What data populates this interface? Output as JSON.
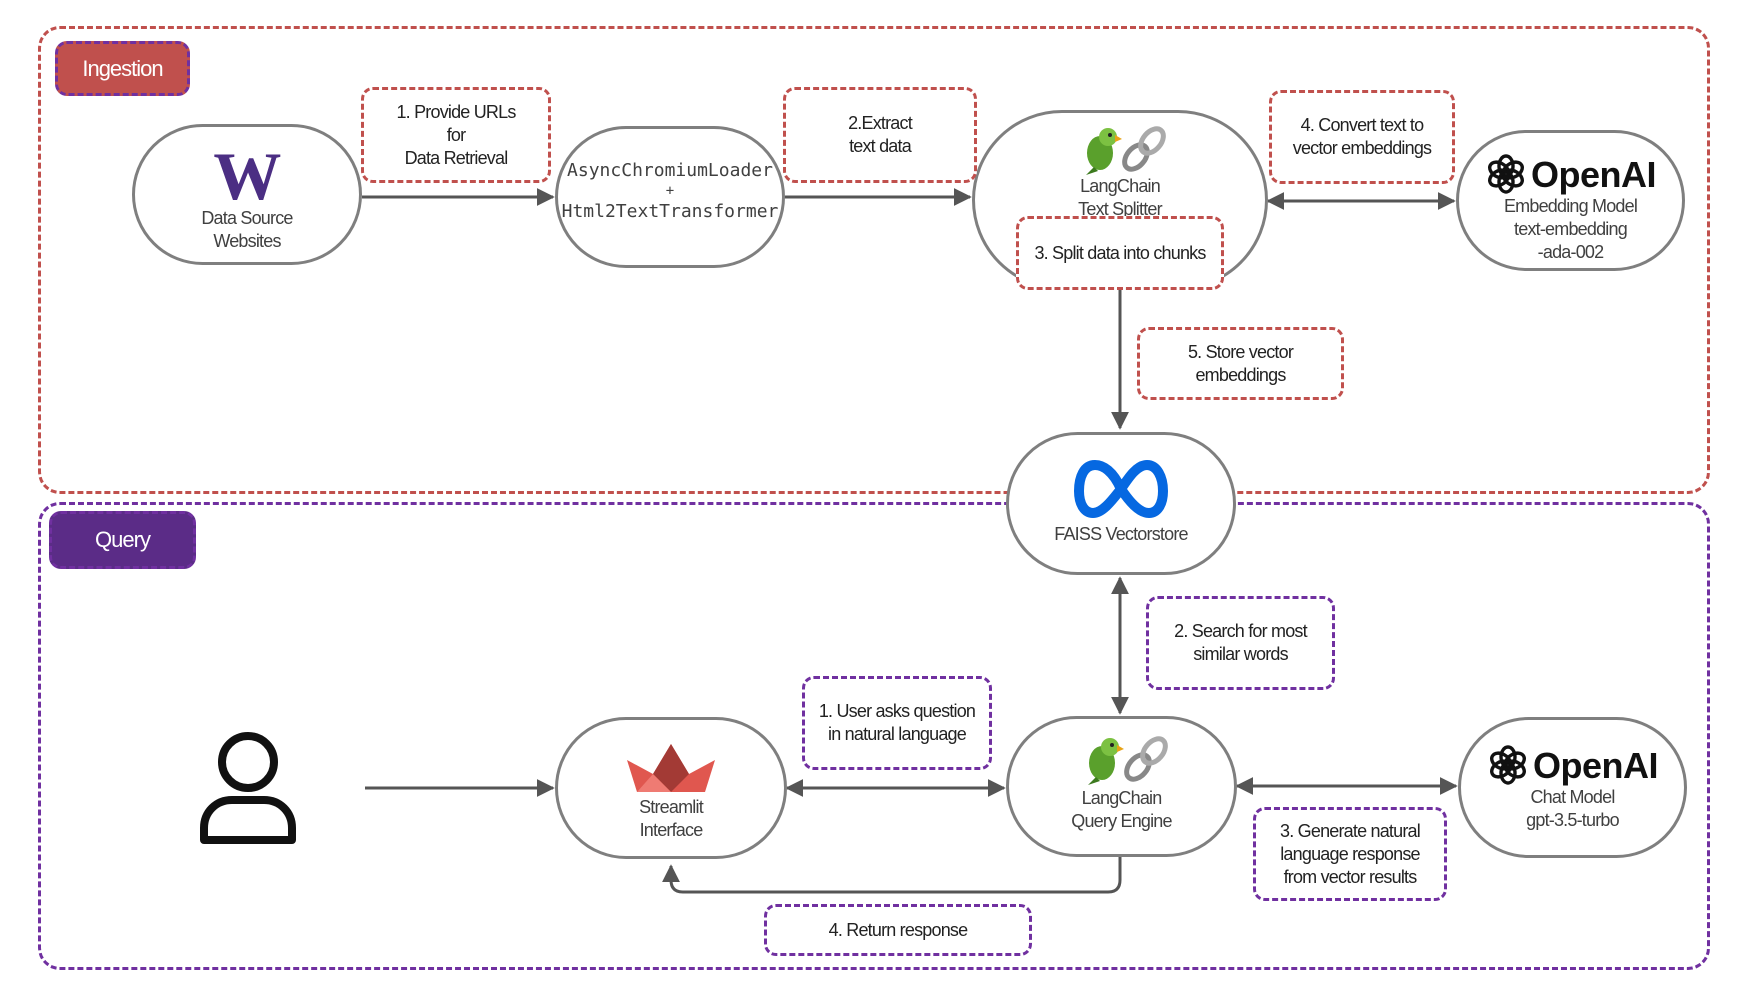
{
  "sections": {
    "ingestion": "Ingestion",
    "query": "Query"
  },
  "nodes": {
    "data_source": {
      "logo": "W",
      "icon": "uw-w-logo",
      "lines": [
        "Data Source",
        "Websites"
      ]
    },
    "loader": {
      "lines": [
        "AsyncChromiumLoader",
        "+",
        "Html2TextTransformer"
      ]
    },
    "splitter": {
      "icon": "parrot-chain-icon",
      "lines": [
        "LangChain",
        "Text Splitter"
      ]
    },
    "openai_embed": {
      "brand": "OpenAI",
      "icon": "openai-logo",
      "lines": [
        "Embedding Model",
        "text-embedding",
        "-ada-002"
      ]
    },
    "faiss": {
      "icon": "meta-infinity-icon",
      "lines": [
        "FAISS Vectorstore"
      ]
    },
    "user": {
      "icon": "user-icon"
    },
    "streamlit": {
      "icon": "streamlit-crown-icon",
      "lines": [
        "Streamlit",
        "Interface"
      ]
    },
    "query_engine": {
      "icon": "parrot-chain-icon",
      "lines": [
        "LangChain",
        "Query Engine"
      ]
    },
    "openai_chat": {
      "brand": "OpenAI",
      "icon": "openai-logo",
      "lines": [
        "Chat Model",
        "gpt-3.5-turbo"
      ]
    }
  },
  "steps": {
    "ing1": [
      "1. Provide URLs",
      "for",
      "Data Retrieval"
    ],
    "ing2": [
      "2.Extract",
      "text data"
    ],
    "ing3": [
      "3. Split data into chunks"
    ],
    "ing4": [
      "4. Convert text to",
      "vector embeddings"
    ],
    "ing5": [
      "5. Store vector",
      "embeddings"
    ],
    "q1": [
      "1. User asks question",
      "in natural language"
    ],
    "q2": [
      "2. Search for most",
      "similar words"
    ],
    "q3": [
      "3. Generate natural",
      "language response",
      "from vector results"
    ],
    "q4": [
      "4. Return response"
    ]
  },
  "colors": {
    "ingestion": "#c0504d",
    "query": "#7030a0",
    "query_tag": "#5b2c87",
    "uw_purple": "#4b2e83",
    "meta_blue": "#0668e1",
    "streamlit_red": "#e0574f",
    "node_border": "#7f7f7f",
    "arrow": "#555555"
  }
}
